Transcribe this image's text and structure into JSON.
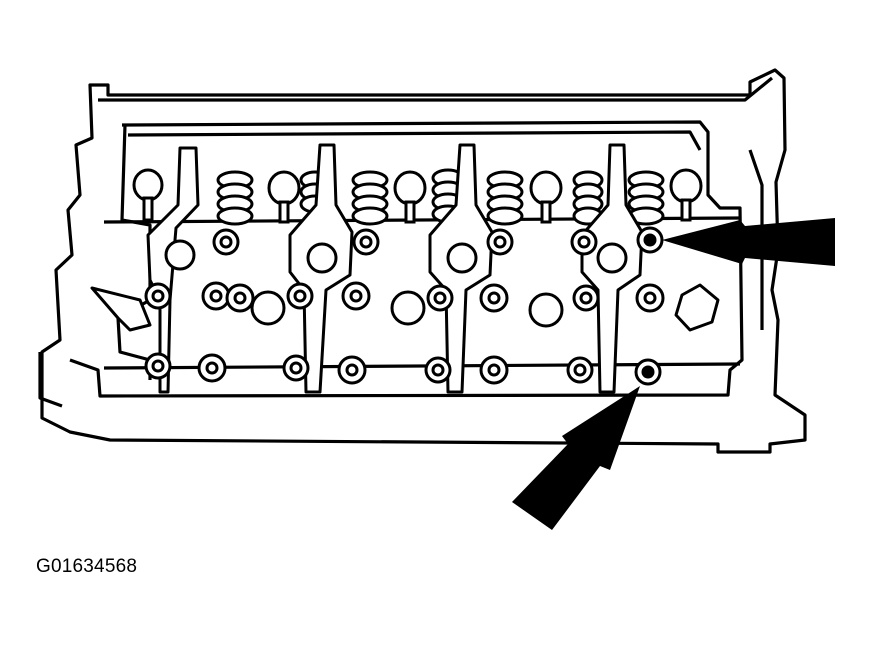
{
  "figure": {
    "caption": "G01634568",
    "stroke_color": "#000000",
    "fill_color": "#ffffff",
    "cylinder_count": 4,
    "callouts": [
      {
        "name": "arrow-upper-right",
        "points_to": "valve-area-bolt"
      },
      {
        "name": "arrow-lower-right",
        "points_to": "lower-row-bolt"
      }
    ]
  }
}
